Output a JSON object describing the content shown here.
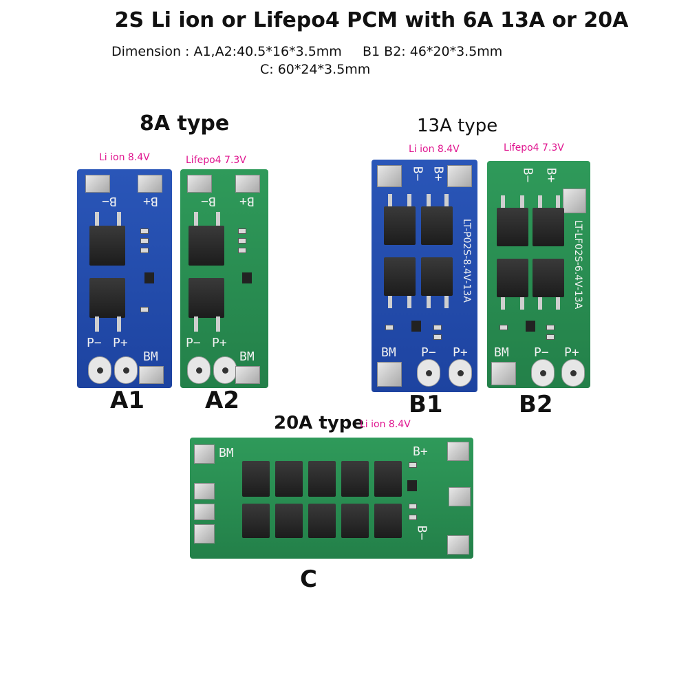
{
  "title": "2S Li ion or Lifepo4 PCM with 6A 13A or 20A",
  "dimensions": {
    "line1": "Dimension : A1,A2:40.5*16*3.5mm     B1 B2: 46*20*3.5mm",
    "line2": "C: 60*24*3.5mm"
  },
  "groups": {
    "type8a": "8A type",
    "type13a": "13A type",
    "type20a": "20A type"
  },
  "variants": {
    "liion": "Li ion 8.4V",
    "lifepo4": "Lifepo4 7.3V"
  },
  "labels": {
    "a1": "A1",
    "a2": "A2",
    "b1": "B1",
    "b2": "B2",
    "c": "C"
  },
  "silk": {
    "bminus": "B−",
    "bplus": "B+",
    "pminus": "P−",
    "pplus": "P+",
    "bm": "BM",
    "b1_model": "LT-P02S-8.4V-13A",
    "b2_model": "LT-LF02S-6.4V-13A"
  },
  "colors": {
    "blue_pcb": "#1d43a0",
    "green_pcb": "#238049",
    "label_pink": "#e0158f"
  }
}
